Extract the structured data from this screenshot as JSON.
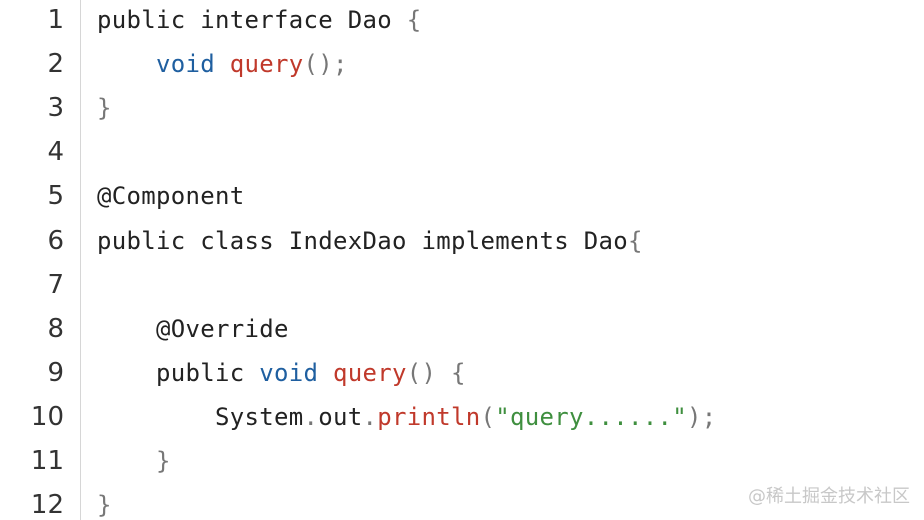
{
  "colors": {
    "plain": "#222222",
    "type_keyword": "#1f5fa0",
    "function_name": "#c0392b",
    "string": "#3f8f3f",
    "punctuation": "#777777",
    "gutter_border": "#d6d6d6"
  },
  "line_numbers": [
    "1",
    "2",
    "3",
    "4",
    "5",
    "6",
    "7",
    "8",
    "9",
    "10",
    "11",
    "12"
  ],
  "lines": [
    [
      {
        "t": "public interface Dao ",
        "k": "plain"
      },
      {
        "t": "{",
        "k": "punct"
      }
    ],
    [
      {
        "t": "    ",
        "k": "plain"
      },
      {
        "t": "void",
        "k": "type"
      },
      {
        "t": " ",
        "k": "plain"
      },
      {
        "t": "query",
        "k": "fn"
      },
      {
        "t": "();",
        "k": "punct"
      }
    ],
    [
      {
        "t": "}",
        "k": "punct"
      }
    ],
    [],
    [
      {
        "t": "@Component",
        "k": "plain"
      }
    ],
    [
      {
        "t": "public class IndexDao implements Dao",
        "k": "plain"
      },
      {
        "t": "{",
        "k": "punct"
      }
    ],
    [],
    [
      {
        "t": "    @Override",
        "k": "plain"
      }
    ],
    [
      {
        "t": "    public ",
        "k": "plain"
      },
      {
        "t": "void",
        "k": "type"
      },
      {
        "t": " ",
        "k": "plain"
      },
      {
        "t": "query",
        "k": "fn"
      },
      {
        "t": "() {",
        "k": "punct"
      }
    ],
    [
      {
        "t": "        System",
        "k": "plain"
      },
      {
        "t": ".",
        "k": "punct"
      },
      {
        "t": "out",
        "k": "plain"
      },
      {
        "t": ".",
        "k": "punct"
      },
      {
        "t": "println",
        "k": "fn"
      },
      {
        "t": "(",
        "k": "punct"
      },
      {
        "t": "\"query......\"",
        "k": "str"
      },
      {
        "t": ");",
        "k": "punct"
      }
    ],
    [
      {
        "t": "    }",
        "k": "punct"
      }
    ],
    [
      {
        "t": "}",
        "k": "punct"
      }
    ]
  ],
  "watermark": "@稀土掘金技术社区"
}
